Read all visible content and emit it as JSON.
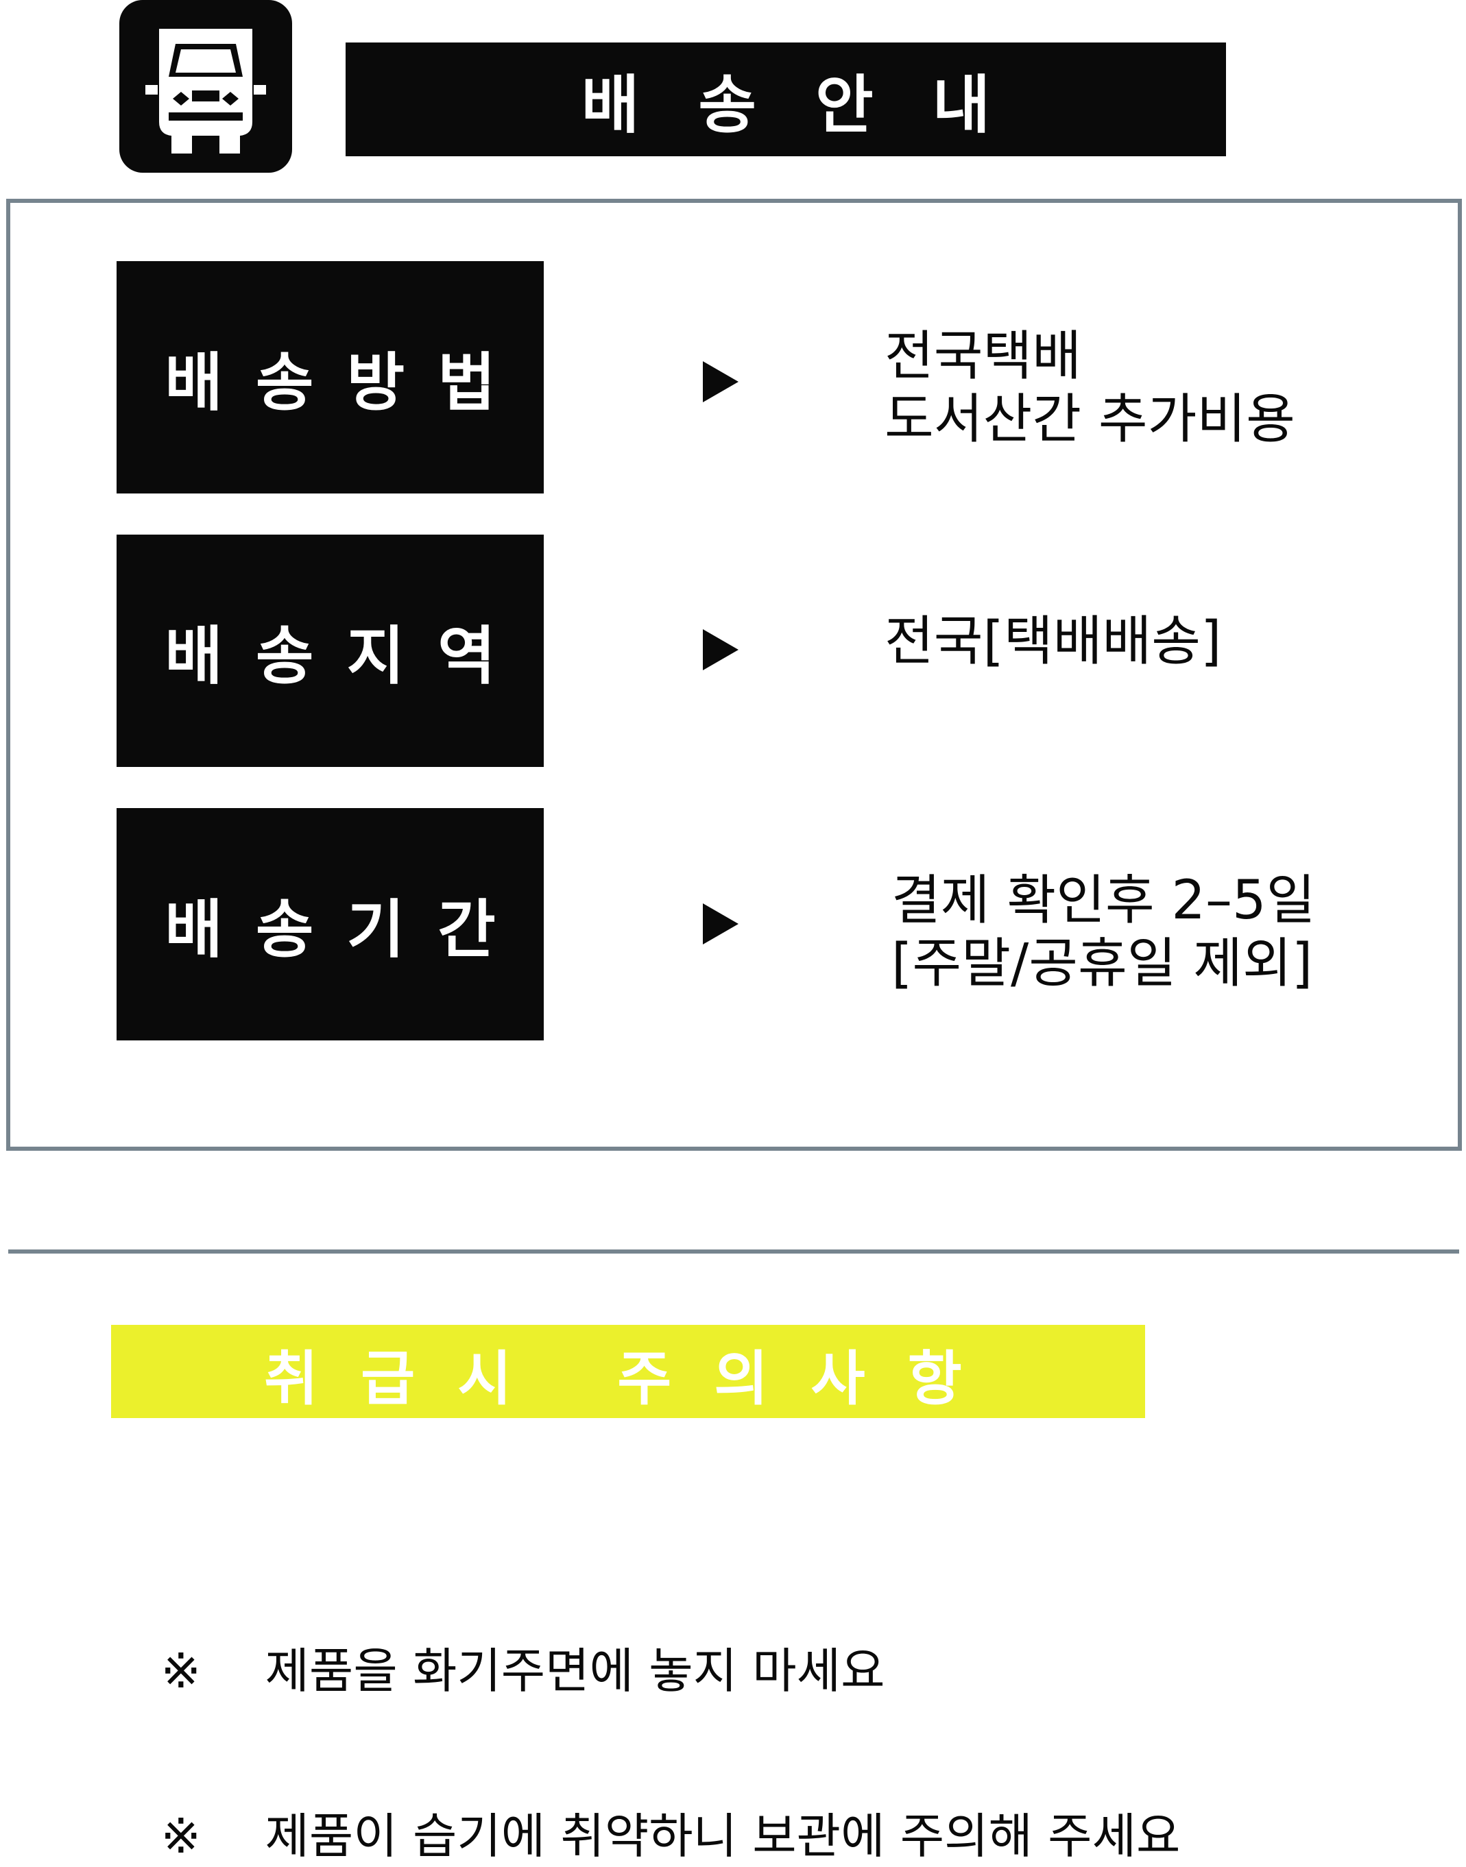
{
  "header": {
    "icon": "truck-icon",
    "title": "배송안내"
  },
  "delivery_info": [
    {
      "label": "배송방법",
      "arrow": "▶",
      "lines": [
        "전국택배",
        "도서산간 추가비용"
      ]
    },
    {
      "label": "배송지역",
      "arrow": "▶",
      "lines": [
        "전국[택배배송]"
      ]
    },
    {
      "label": "배송기간",
      "arrow": "▶",
      "lines": [
        "결제 확인후 2–5일",
        "[주말/공휴일 제외]"
      ]
    }
  ],
  "caution": {
    "title": "취급시 주의사항",
    "items": [
      {
        "mark": "※",
        "text": "제품을 화기주면에 놓지 마세요"
      },
      {
        "mark": "※",
        "text": "제품이 습기에 취약하니 보관에 주의해 주세요"
      }
    ]
  },
  "colors": {
    "primary": "#0a0a0a",
    "frame": "#76848e",
    "highlight": "#ebf02c"
  }
}
